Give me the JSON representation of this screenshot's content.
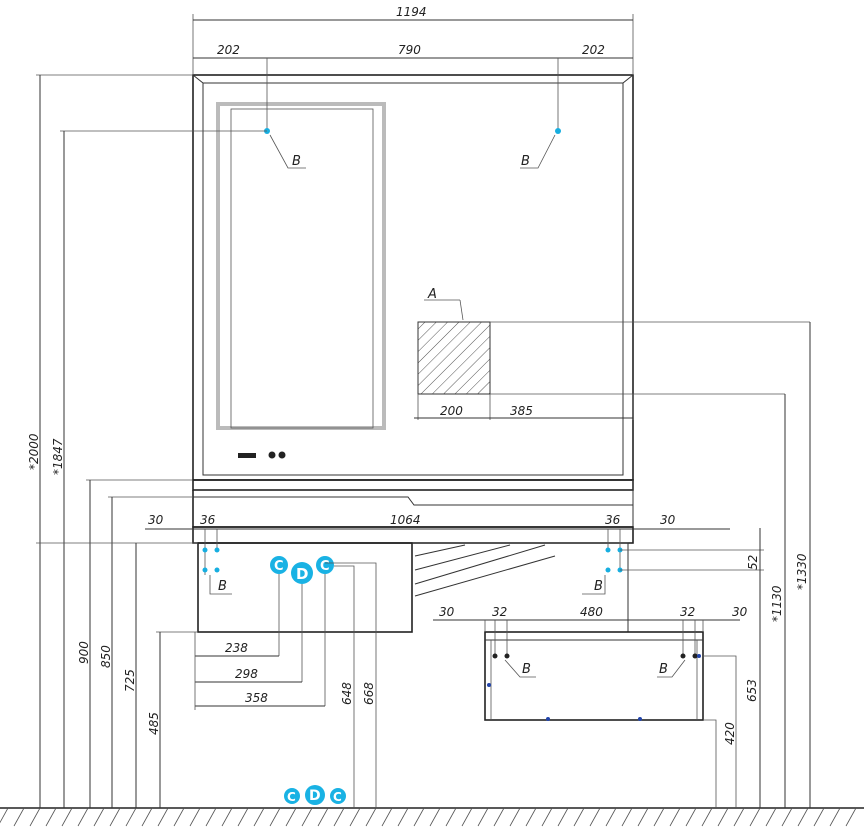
{
  "dimensions": {
    "top_total": "1194",
    "top_left": "202",
    "top_mid": "790",
    "top_right": "202",
    "h_2000": "*2000",
    "h_1847": "*1847",
    "h_900": "900",
    "h_850": "850",
    "h_725": "725",
    "h_485": "485",
    "h_648": "648",
    "h_668": "668",
    "h_1330": "*1330",
    "h_1130": "*1130",
    "h_653": "653",
    "h_420": "420",
    "h_52": "52",
    "cab_30_left": "30",
    "cab_36_left": "36",
    "cab_1064": "1064",
    "cab_36_right": "36",
    "cab_30_right": "30",
    "d_238": "238",
    "d_298": "298",
    "d_358": "358",
    "shelf_200": "200",
    "shelf_385": "385",
    "dr_30_left": "30",
    "dr_32_left": "32",
    "dr_480": "480",
    "dr_32_right": "32",
    "dr_30_right": "30"
  },
  "labels": {
    "b": "B",
    "a": "A",
    "c": "C",
    "d": "D"
  }
}
